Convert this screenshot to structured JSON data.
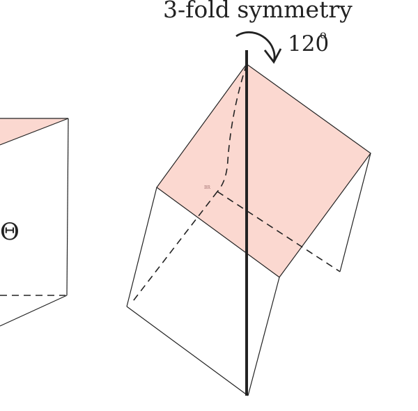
{
  "labels": {
    "title": "3-fold symmetry",
    "angle": "120",
    "degree": "o",
    "tiny_label": "BR",
    "left_partial_symbol": "Θ"
  },
  "icons": {
    "rotation_arrow": "curved-rotation-arrow-icon"
  },
  "colors": {
    "shaded_face": "#fbd8d0",
    "line": "#222222",
    "background": "#ffffff"
  }
}
